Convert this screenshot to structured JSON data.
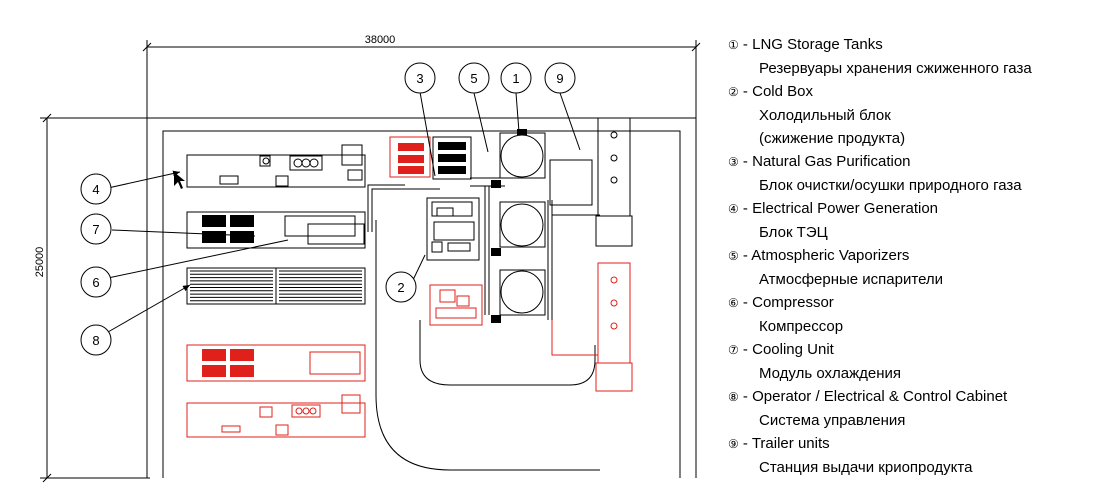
{
  "dimensions": {
    "width_label": "38000",
    "height_label": "25000"
  },
  "callouts": [
    "1",
    "2",
    "3",
    "4",
    "5",
    "6",
    "7",
    "8",
    "9"
  ],
  "legend": [
    {
      "num": "①",
      "en": "LNG Storage Tanks",
      "ru": [
        "Резервуары хранения сжиженного газа"
      ]
    },
    {
      "num": "②",
      "en": "Cold Box",
      "ru": [
        "Холодильный блок",
        "(сжижение продукта)"
      ]
    },
    {
      "num": "③",
      "en": "Natural Gas Purification",
      "ru": [
        "Блок очистки/осушки природного газа"
      ]
    },
    {
      "num": "④",
      "en": "Electrical Power Generation",
      "ru": [
        "Блок ТЭЦ"
      ]
    },
    {
      "num": "⑤",
      "en": "Atmospheric Vaporizers",
      "ru": [
        "Атмосферные испарители"
      ]
    },
    {
      "num": "⑥",
      "en": "Compressor",
      "ru": [
        "Компрессор"
      ]
    },
    {
      "num": "⑦",
      "en": "Cooling Unit",
      "ru": [
        "Модуль охлаждения"
      ]
    },
    {
      "num": "⑧",
      "en": "Operator / Electrical & Control Cabinet",
      "ru": [
        "Система управления"
      ]
    },
    {
      "num": "⑨",
      "en": "Trailer units",
      "ru": [
        "Станция выдачи криопродукта"
      ]
    }
  ],
  "colors": {
    "line": "#000000",
    "planned": "#e0201a"
  }
}
